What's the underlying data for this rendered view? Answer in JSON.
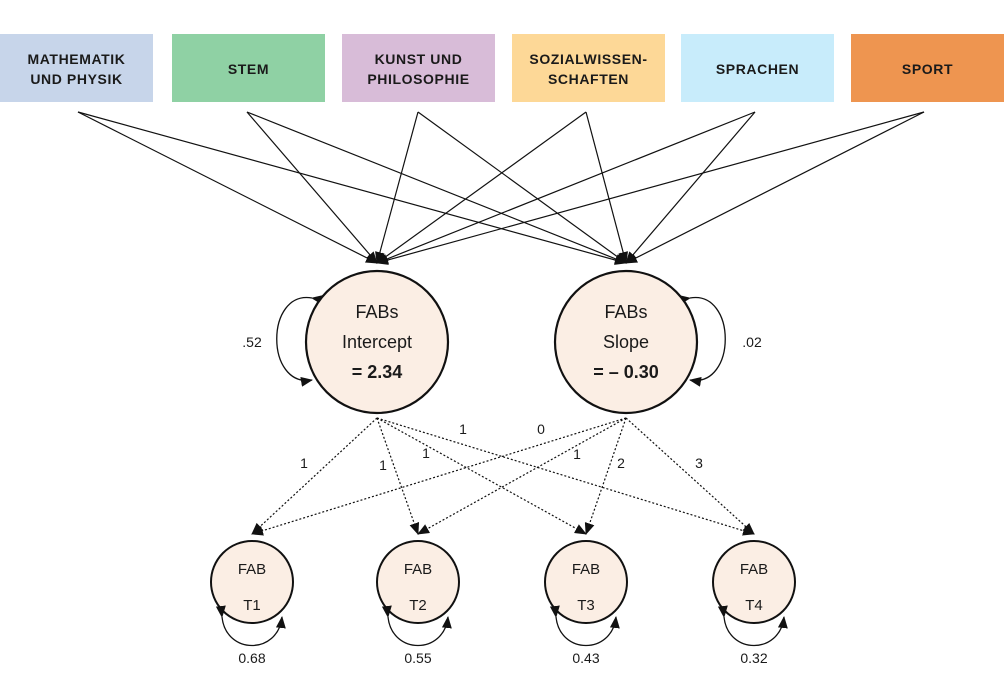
{
  "predictors": [
    {
      "lines": [
        "MATHEMATIK",
        "UND PHYSIK"
      ],
      "color": "#c7d5ea"
    },
    {
      "lines": [
        "STEM"
      ],
      "color": "#8fd1a4"
    },
    {
      "lines": [
        "KUNST UND",
        "PHILOSOPHIE"
      ],
      "color": "#d8bcd8"
    },
    {
      "lines": [
        "SOZIALWISSEN-",
        "SCHAFTEN"
      ],
      "color": "#fdd897"
    },
    {
      "lines": [
        "SPRACHEN"
      ],
      "color": "#c8ecfb"
    },
    {
      "lines": [
        "SPORT"
      ],
      "color": "#ee9550"
    }
  ],
  "latent": {
    "intercept": {
      "line1": "FABs",
      "line2": "Intercept",
      "line3": "= 2.34",
      "variance": ".52"
    },
    "slope": {
      "line1": "FABs",
      "line2": "Slope",
      "line3": "= – 0.30",
      "variance": ".02"
    }
  },
  "observed": [
    {
      "line1": "FAB",
      "line2": "T1",
      "residual": "0.68"
    },
    {
      "line1": "FAB",
      "line2": "T2",
      "residual": "0.55"
    },
    {
      "line1": "FAB",
      "line2": "T3",
      "residual": "0.43"
    },
    {
      "line1": "FAB",
      "line2": "T4",
      "residual": "0.32"
    }
  ],
  "loadings": {
    "intercept": [
      "1",
      "1",
      "1",
      "1"
    ],
    "slope": [
      "0",
      "1",
      "2",
      "3"
    ]
  },
  "colors": {
    "node_fill": "#fbeee4",
    "stroke": "#111111"
  }
}
